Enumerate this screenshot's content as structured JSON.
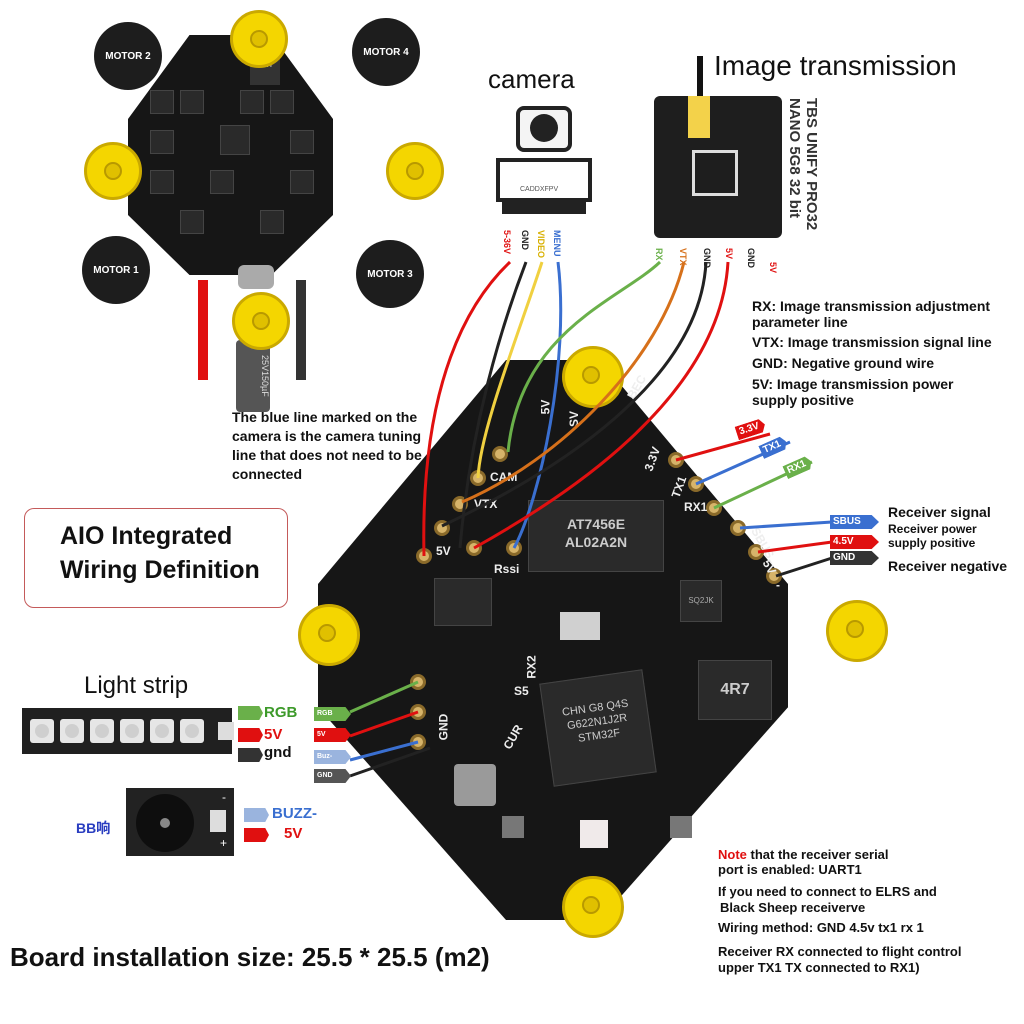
{
  "motors": [
    "MOTOR 2",
    "MOTOR 4",
    "MOTOR 1",
    "MOTOR 3"
  ],
  "top_board": {
    "capacitor_label": "25V150µF",
    "inductor_label": "4R7"
  },
  "camera": {
    "title": "camera",
    "brand": "CADDXFPV",
    "pins": [
      "5-36V",
      "GND",
      "VIDEO",
      "MENU"
    ]
  },
  "vtx": {
    "title": "Image transmission",
    "module_text": "TBS UNIFY PRO32 NANO 5G8 32 bit",
    "pins": [
      "RX",
      "VTX",
      "GND",
      "5V",
      "GND",
      "5V"
    ],
    "notes": [
      "RX: Image transmission adjustment parameter line",
      "VTX: Image transmission signal line",
      "GND: Negative ground wire",
      "5V: Image transmission power supply positive"
    ]
  },
  "camera_note": "The blue line marked on the camera is the camera tuning line that does not need to be connected",
  "aio_title_line1": "AIO Integrated",
  "aio_title_line2": "Wiring Definition",
  "fc_silk": {
    "pads_left": [
      "5V",
      "CAM",
      "VTX",
      "5V",
      "Rssi",
      "SV",
      "BEC"
    ],
    "pads_right": [
      "3.3V",
      "TX1",
      "RX1",
      "SBUS",
      "5V",
      "-"
    ],
    "bottom": [
      "RX2",
      "S5",
      "GND",
      "CUR"
    ],
    "chips": [
      "AT7456E",
      "AL02A2N",
      "STM32F",
      "CHN G8 Q4S",
      "G622N1J2R",
      "4R7",
      "SQ2JK"
    ]
  },
  "rx_wires": [
    "3.3V",
    "TX1",
    "RX1"
  ],
  "receiver": {
    "tags": [
      "SBUS",
      "4.5V",
      "GND"
    ],
    "labels": [
      "Receiver signal",
      "Receiver power supply positive",
      "Receiver negative"
    ]
  },
  "light_strip": {
    "title": "Light strip",
    "tags": [
      "RGB",
      "5V",
      "gnd"
    ],
    "fc_tags": [
      "RGB",
      "5V",
      "Buz-",
      "GND"
    ]
  },
  "buzzer": {
    "label": "BB响",
    "tags": [
      "BUZZ-",
      "5V"
    ],
    "minus": "-",
    "plus": "+"
  },
  "note": {
    "highlight": "Note",
    "line1": " that the receiver serial",
    "line2": "port is enabled: UART1",
    "line3": "If you need to connect to ELRS and",
    "line4": "Black Sheep receiverve",
    "line5": "Wiring method: GND 4.5v tx1 rx 1",
    "line6": "Receiver RX connected to flight control",
    "line7": "upper TX1 TX connected to RX1)"
  },
  "board_size": "Board installation size: 25.5 * 25.5 (m2)",
  "colors": {
    "mount": "#f4d600",
    "pcb": "#161616",
    "red": "#e01010",
    "yellow": "#f0d040",
    "blue": "#3a6fd0",
    "green": "#6ab04a",
    "orange": "#d6701a"
  }
}
